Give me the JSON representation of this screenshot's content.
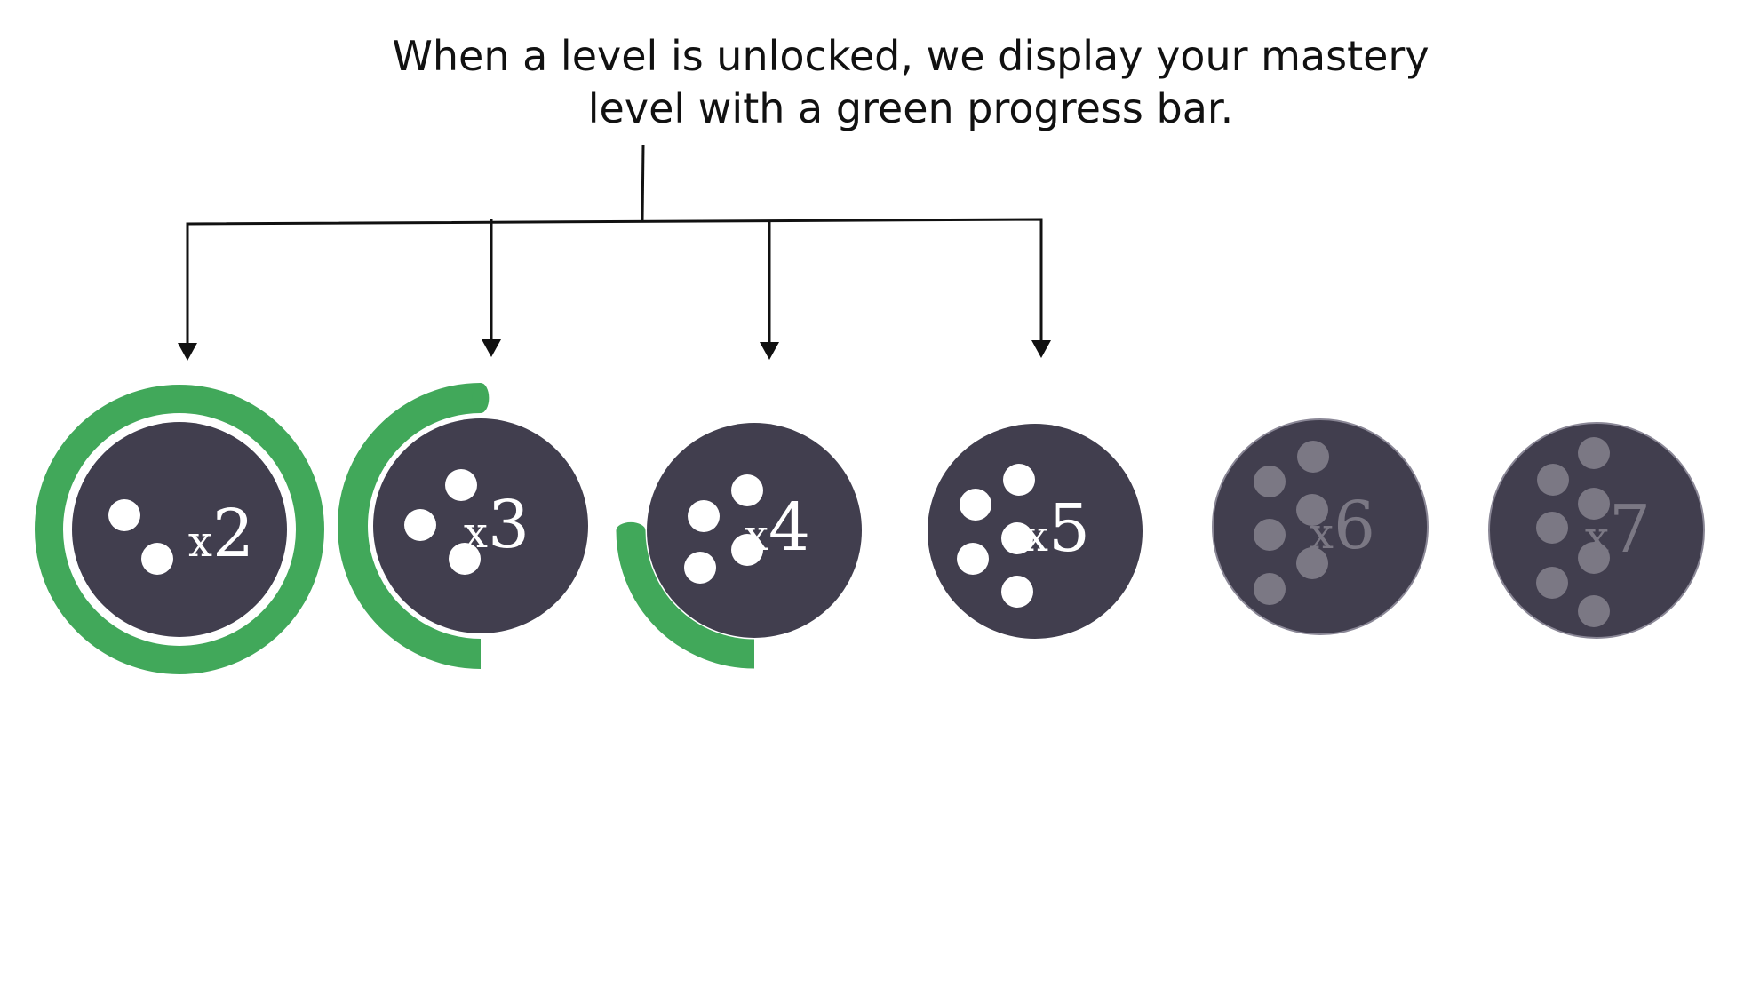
{
  "caption": {
    "line1": "When a level is unlocked, we display your mastery",
    "line2": "level with a green progress bar."
  },
  "colors": {
    "badge_fill": "#413e4e",
    "progress_green": "#41a85a",
    "dot_unlocked": "#ffffff",
    "dot_locked": "#7b7884",
    "label_unlocked": "#ffffff",
    "label_locked": "#7b7884",
    "arrow": "#111111"
  },
  "levels": [
    {
      "id": "x2",
      "multiplier_prefix": "x",
      "multiplier_value": "2",
      "unlocked": true,
      "mastery_progress": 1.0,
      "dots": 2,
      "icon": "badge-x2"
    },
    {
      "id": "x3",
      "multiplier_prefix": "x",
      "multiplier_value": "3",
      "unlocked": true,
      "mastery_progress": 0.5,
      "dots": 3,
      "icon": "badge-x3"
    },
    {
      "id": "x4",
      "multiplier_prefix": "x",
      "multiplier_value": "4",
      "unlocked": true,
      "mastery_progress": 0.25,
      "dots": 4,
      "icon": "badge-x4"
    },
    {
      "id": "x5",
      "multiplier_prefix": "x",
      "multiplier_value": "5",
      "unlocked": true,
      "mastery_progress": 0.0,
      "dots": 5,
      "icon": "badge-x5"
    },
    {
      "id": "x6",
      "multiplier_prefix": "x",
      "multiplier_value": "6",
      "unlocked": false,
      "mastery_progress": 0.0,
      "dots": 6,
      "icon": "badge-x6"
    },
    {
      "id": "x7",
      "multiplier_prefix": "x",
      "multiplier_value": "7",
      "unlocked": false,
      "mastery_progress": 0.0,
      "dots": 7,
      "icon": "badge-x7"
    }
  ]
}
